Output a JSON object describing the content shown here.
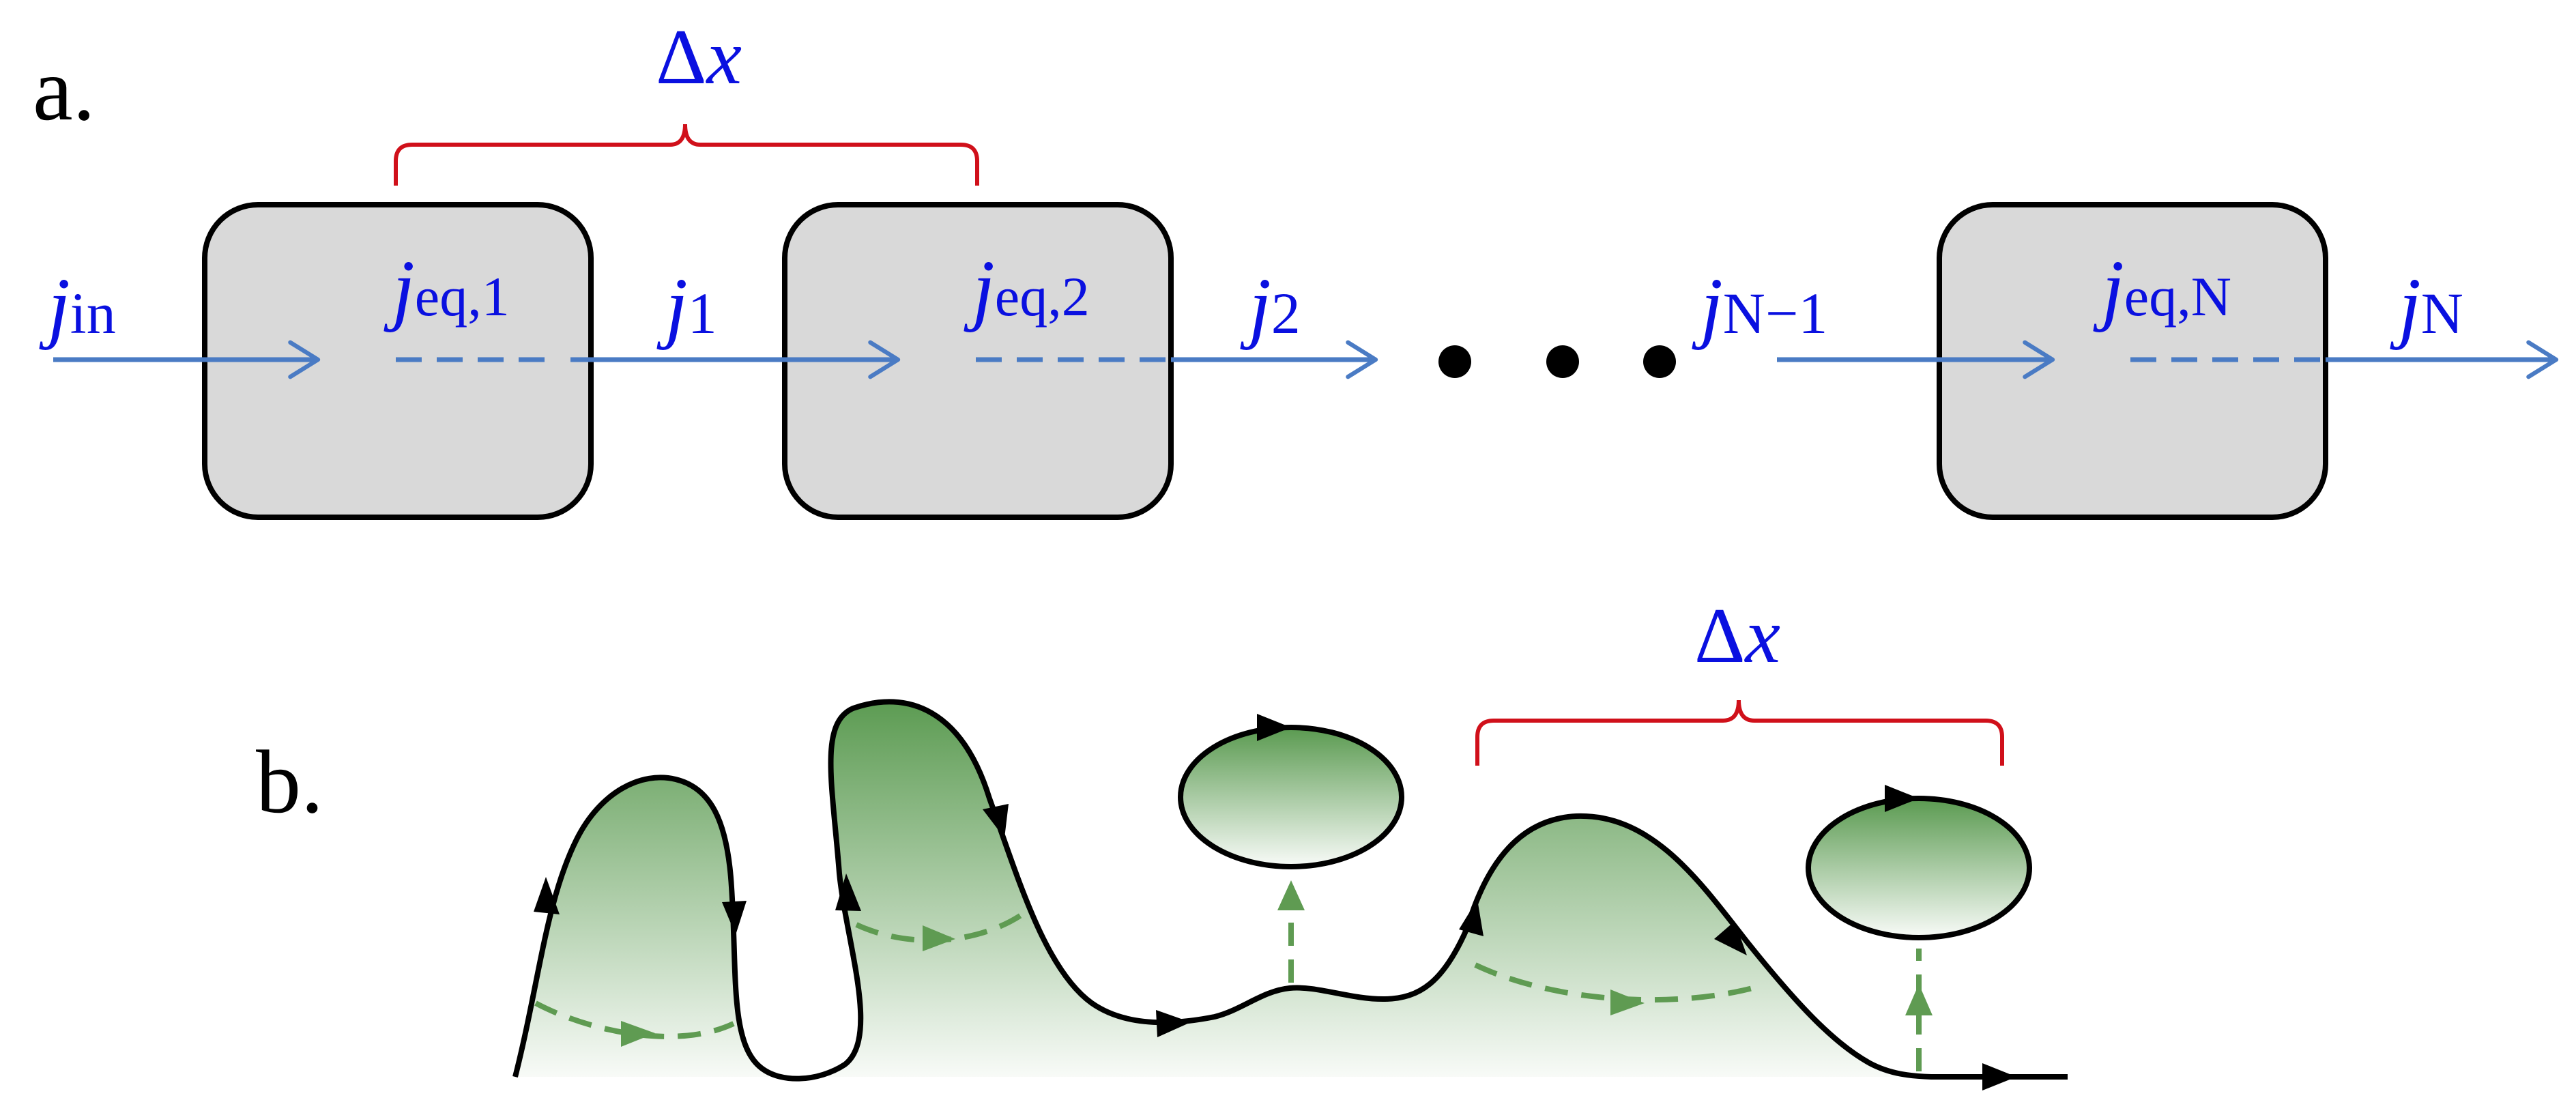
{
  "panel_a": {
    "label": "a.",
    "bracket_label": "Δx",
    "currents": [
      {
        "sym": "j",
        "sub": "in"
      },
      {
        "sym": "j",
        "sub": "eq,1"
      },
      {
        "sym": "j",
        "sub": "1"
      },
      {
        "sym": "j",
        "sub": "eq,2"
      },
      {
        "sym": "j",
        "sub": "2"
      },
      {
        "sym": "j",
        "sub": "N−1"
      },
      {
        "sym": "j",
        "sub": "eq,N"
      },
      {
        "sym": "j",
        "sub": "N"
      }
    ]
  },
  "panel_b": {
    "label": "b.",
    "bracket_label": "Δx"
  },
  "colors": {
    "arrow_blue": "#4a7bc4",
    "label_blue": "#0a10e0",
    "bracket_red": "#d0101a",
    "box_fill": "#d9d9d9",
    "green_dark": "#5a9a50",
    "green_dash": "#5f9b52",
    "outline": "#000000"
  }
}
